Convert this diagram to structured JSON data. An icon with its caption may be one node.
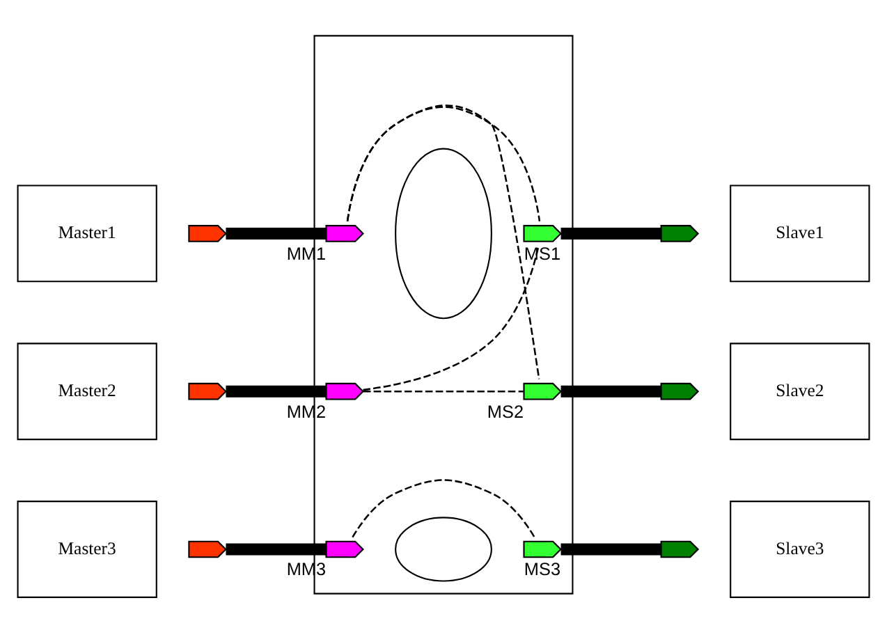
{
  "diagram": {
    "nodes": [
      {
        "text": [],
        "shape": "box"
      },
      {
        "text": [
          "Master1"
        ]
      },
      {
        "text": [],
        "shape": "pentagon"
      },
      {
        "text": [],
        "shape": "pentagon",
        "beside": [
          "MM1"
        ],
        "in": 0
      },
      {
        "text": [],
        "shape": "ellipse",
        "in": 0
      },
      {
        "text": [],
        "shape": "pentagon",
        "beside": [
          "MS1"
        ],
        "in": 0
      },
      {
        "text": [],
        "shape": "pentagon"
      },
      {
        "text": [
          "Slave1"
        ]
      },
      {
        "text": [
          "Master2"
        ]
      },
      {
        "text": [],
        "shape": "pentagon"
      },
      {
        "text": [],
        "shape": "pentagon",
        "beside": [
          "MM2"
        ],
        "in": 0
      },
      {
        "text": [],
        "shape": "pentagon",
        "beside": [
          "MS2"
        ],
        "in": 0
      },
      {
        "text": [],
        "shape": "pentagon"
      },
      {
        "text": [
          "Slave2"
        ]
      },
      {
        "text": [
          "Master3"
        ]
      },
      {
        "text": [],
        "shape": "pentagon"
      },
      {
        "text": [],
        "shape": "pentagon",
        "beside": [
          "MM3"
        ],
        "in": 0
      },
      {
        "text": [],
        "shape": "ellipse",
        "in": 0
      },
      {
        "text": [],
        "shape": "pentagon",
        "beside": [
          "MS3"
        ],
        "in": 0
      },
      {
        "text": [],
        "shape": "pentagon"
      },
      {
        "text": [
          "Slave3"
        ]
      }
    ],
    "edges": [
      {
        "from": 2,
        "to": 3,
        "arrow": "none"
      },
      {
        "from": 5,
        "to": 6,
        "arrow": "none"
      },
      {
        "from": 9,
        "to": 10,
        "arrow": "none"
      },
      {
        "from": 11,
        "to": 12,
        "arrow": "none"
      },
      {
        "from": 15,
        "to": 16,
        "arrow": "none"
      },
      {
        "from": 18,
        "to": 19,
        "arrow": "none"
      },
      {
        "from": 3,
        "to": 5,
        "arrow": "none",
        "style": "dashed"
      },
      {
        "from": 3,
        "to": 11,
        "arrow": "none",
        "style": "dashed"
      },
      {
        "from": 10,
        "to": 5,
        "arrow": "none",
        "style": "dashed"
      },
      {
        "from": 10,
        "to": 11,
        "arrow": "none",
        "style": "dashed"
      },
      {
        "from": 16,
        "to": 18,
        "arrow": "none",
        "style": "dashed"
      }
    ]
  }
}
